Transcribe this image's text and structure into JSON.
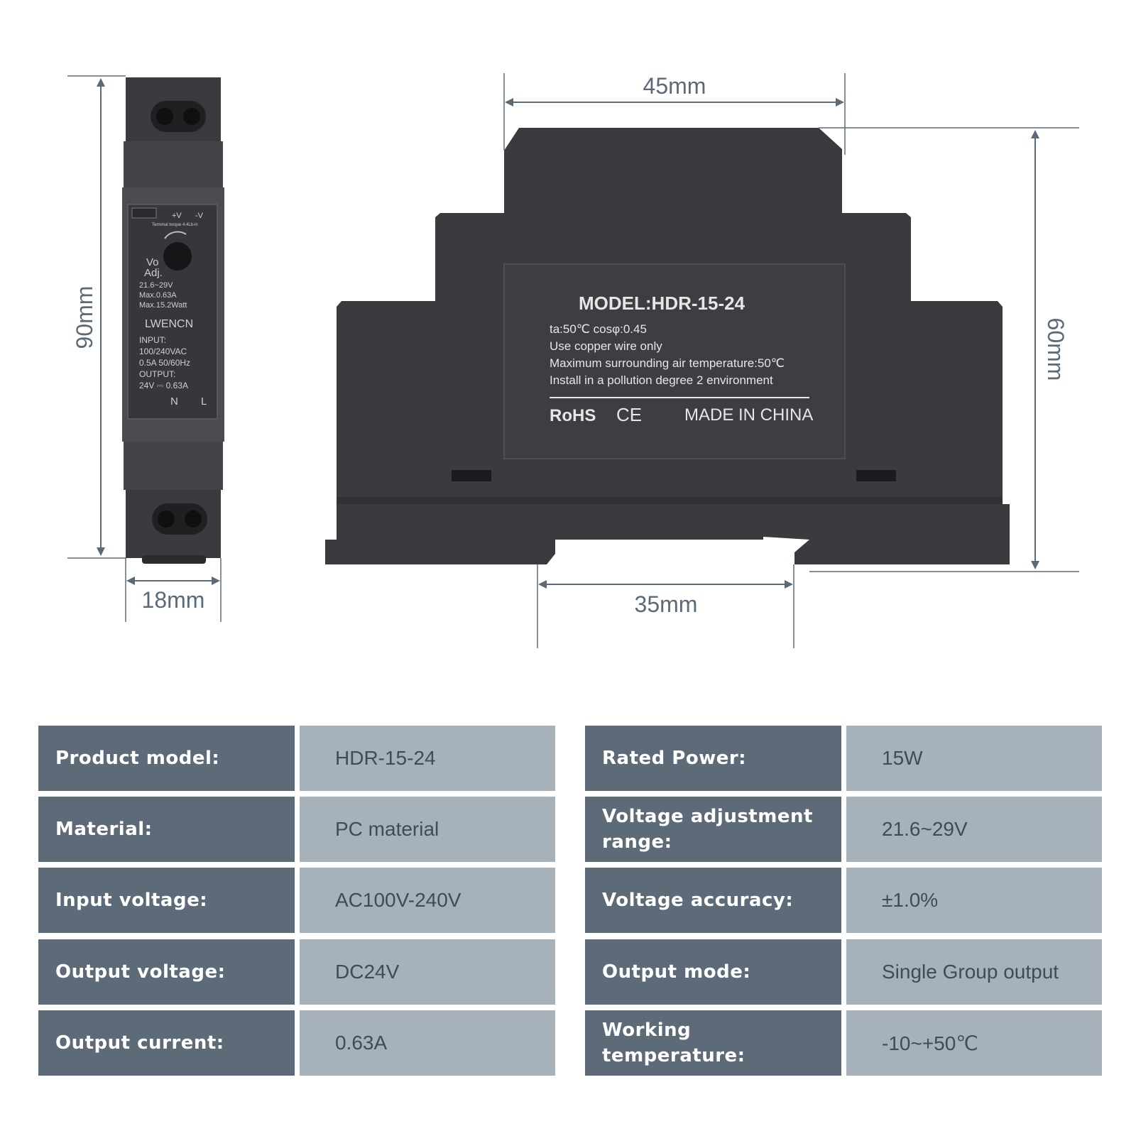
{
  "dimensions": {
    "side_height": "90mm",
    "side_width": "18mm",
    "front_width": "45mm",
    "front_height": "60mm",
    "rail_width": "35mm"
  },
  "side_label": {
    "plus_v": "+V",
    "minus_v": "-V",
    "torque": "Terminal torque 4.4Lb-in",
    "vo": "Vo",
    "adj": "Adj.",
    "range": "21.6~29V",
    "max_a": "Max.0.63A",
    "max_w": "Max.15.2Watt",
    "brand": "LWENCN",
    "input_title": "INPUT:",
    "input_v": "100/240VAC",
    "input_a": "0.5A 50/60Hz",
    "output_title": "OUTPUT:",
    "output_v": "24V ⎓ 0.63A",
    "n": "N",
    "l": "L"
  },
  "front_label": {
    "model": "MODEL:HDR-15-24",
    "line1": "ta:50℃ cosφ:0.45",
    "line2": "Use copper wire only",
    "line3": "Maximum surrounding air temperature:50℃",
    "line4": "Install in a pollution degree 2 environment",
    "rohs": "RoHS",
    "ce": "CE",
    "made_in": "MADE IN CHINA"
  },
  "specs": [
    {
      "label_left": "Product model:",
      "value_left": "HDR-15-24",
      "label_right": "Rated Power:",
      "value_right": "15W"
    },
    {
      "label_left": "Material:",
      "value_left": "PC material",
      "label_right": "Voltage adjustment range:",
      "value_right": "21.6~29V"
    },
    {
      "label_left": "Input voltage:",
      "value_left": "AC100V-240V",
      "label_right": "Voltage accuracy:",
      "value_right": "±1.0%"
    },
    {
      "label_left": "Output voltage:",
      "value_left": "DC24V",
      "label_right": "Output mode:",
      "value_right": "Single Group output"
    },
    {
      "label_left": "Output current:",
      "value_left": "0.63A",
      "label_right": "Working temperature:",
      "value_right": "-10~+50℃"
    }
  ],
  "colors": {
    "label_bg": "#5d6b79",
    "value_bg": "#a7b1ba",
    "dimension_line": "#5a6a78",
    "device_body": "#393b3e"
  }
}
